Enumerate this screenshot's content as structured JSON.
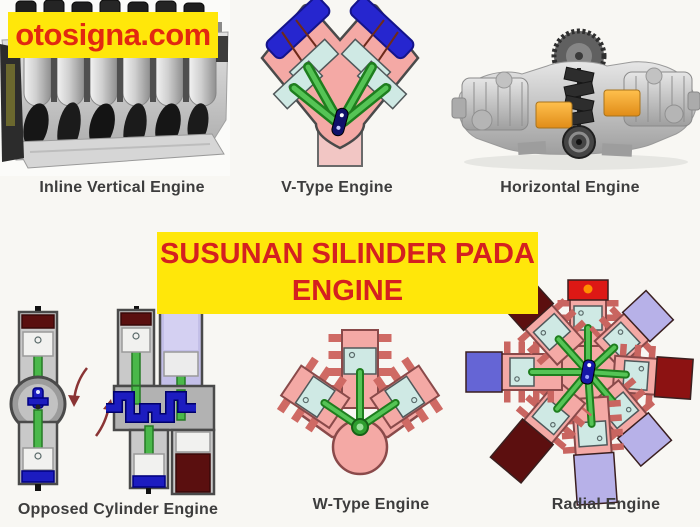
{
  "page": {
    "background_color": "#f8f7f3"
  },
  "watermark": {
    "text": "otosigna.com",
    "background_color": "#FFE70A",
    "text_color": "#E22910"
  },
  "title_banner": {
    "line1": "SUSUNAN SILINDER PADA",
    "line2": "ENGINE",
    "background_color": "#FFE70A",
    "text_color": "#D42020"
  },
  "figures": [
    {
      "id": "inline-vertical-engine",
      "label": "Inline Vertical Engine",
      "type": "photo"
    },
    {
      "id": "v-type-engine",
      "label": "V-Type Engine",
      "type": "diagram"
    },
    {
      "id": "horizontal-engine",
      "label": "Horizontal Engine",
      "type": "photo"
    },
    {
      "id": "opposed-cylinder-engine",
      "label": "Opposed Cylinder Engine",
      "type": "diagram"
    },
    {
      "id": "w-type-engine",
      "label": "W-Type Engine",
      "type": "diagram"
    },
    {
      "id": "radial-engine",
      "label": "Radial Engine",
      "type": "diagram"
    }
  ],
  "diagram_colors": {
    "cylinder_body_pink": "#F4A9A5",
    "piston_cyan": "#CFE9E4",
    "connecting_rod_green": "#55C455",
    "crank_blue": "#1C1CC0",
    "cooling_fin_red": "#C96560",
    "head_red": "#DD1815",
    "head_maroon": "#5C0F0F",
    "head_lavender": "#B7B1E8",
    "head_blue_violet": "#6565D5",
    "crankcase_gray": "#C9C9C9",
    "arrow_maroon": "#8A3434"
  }
}
